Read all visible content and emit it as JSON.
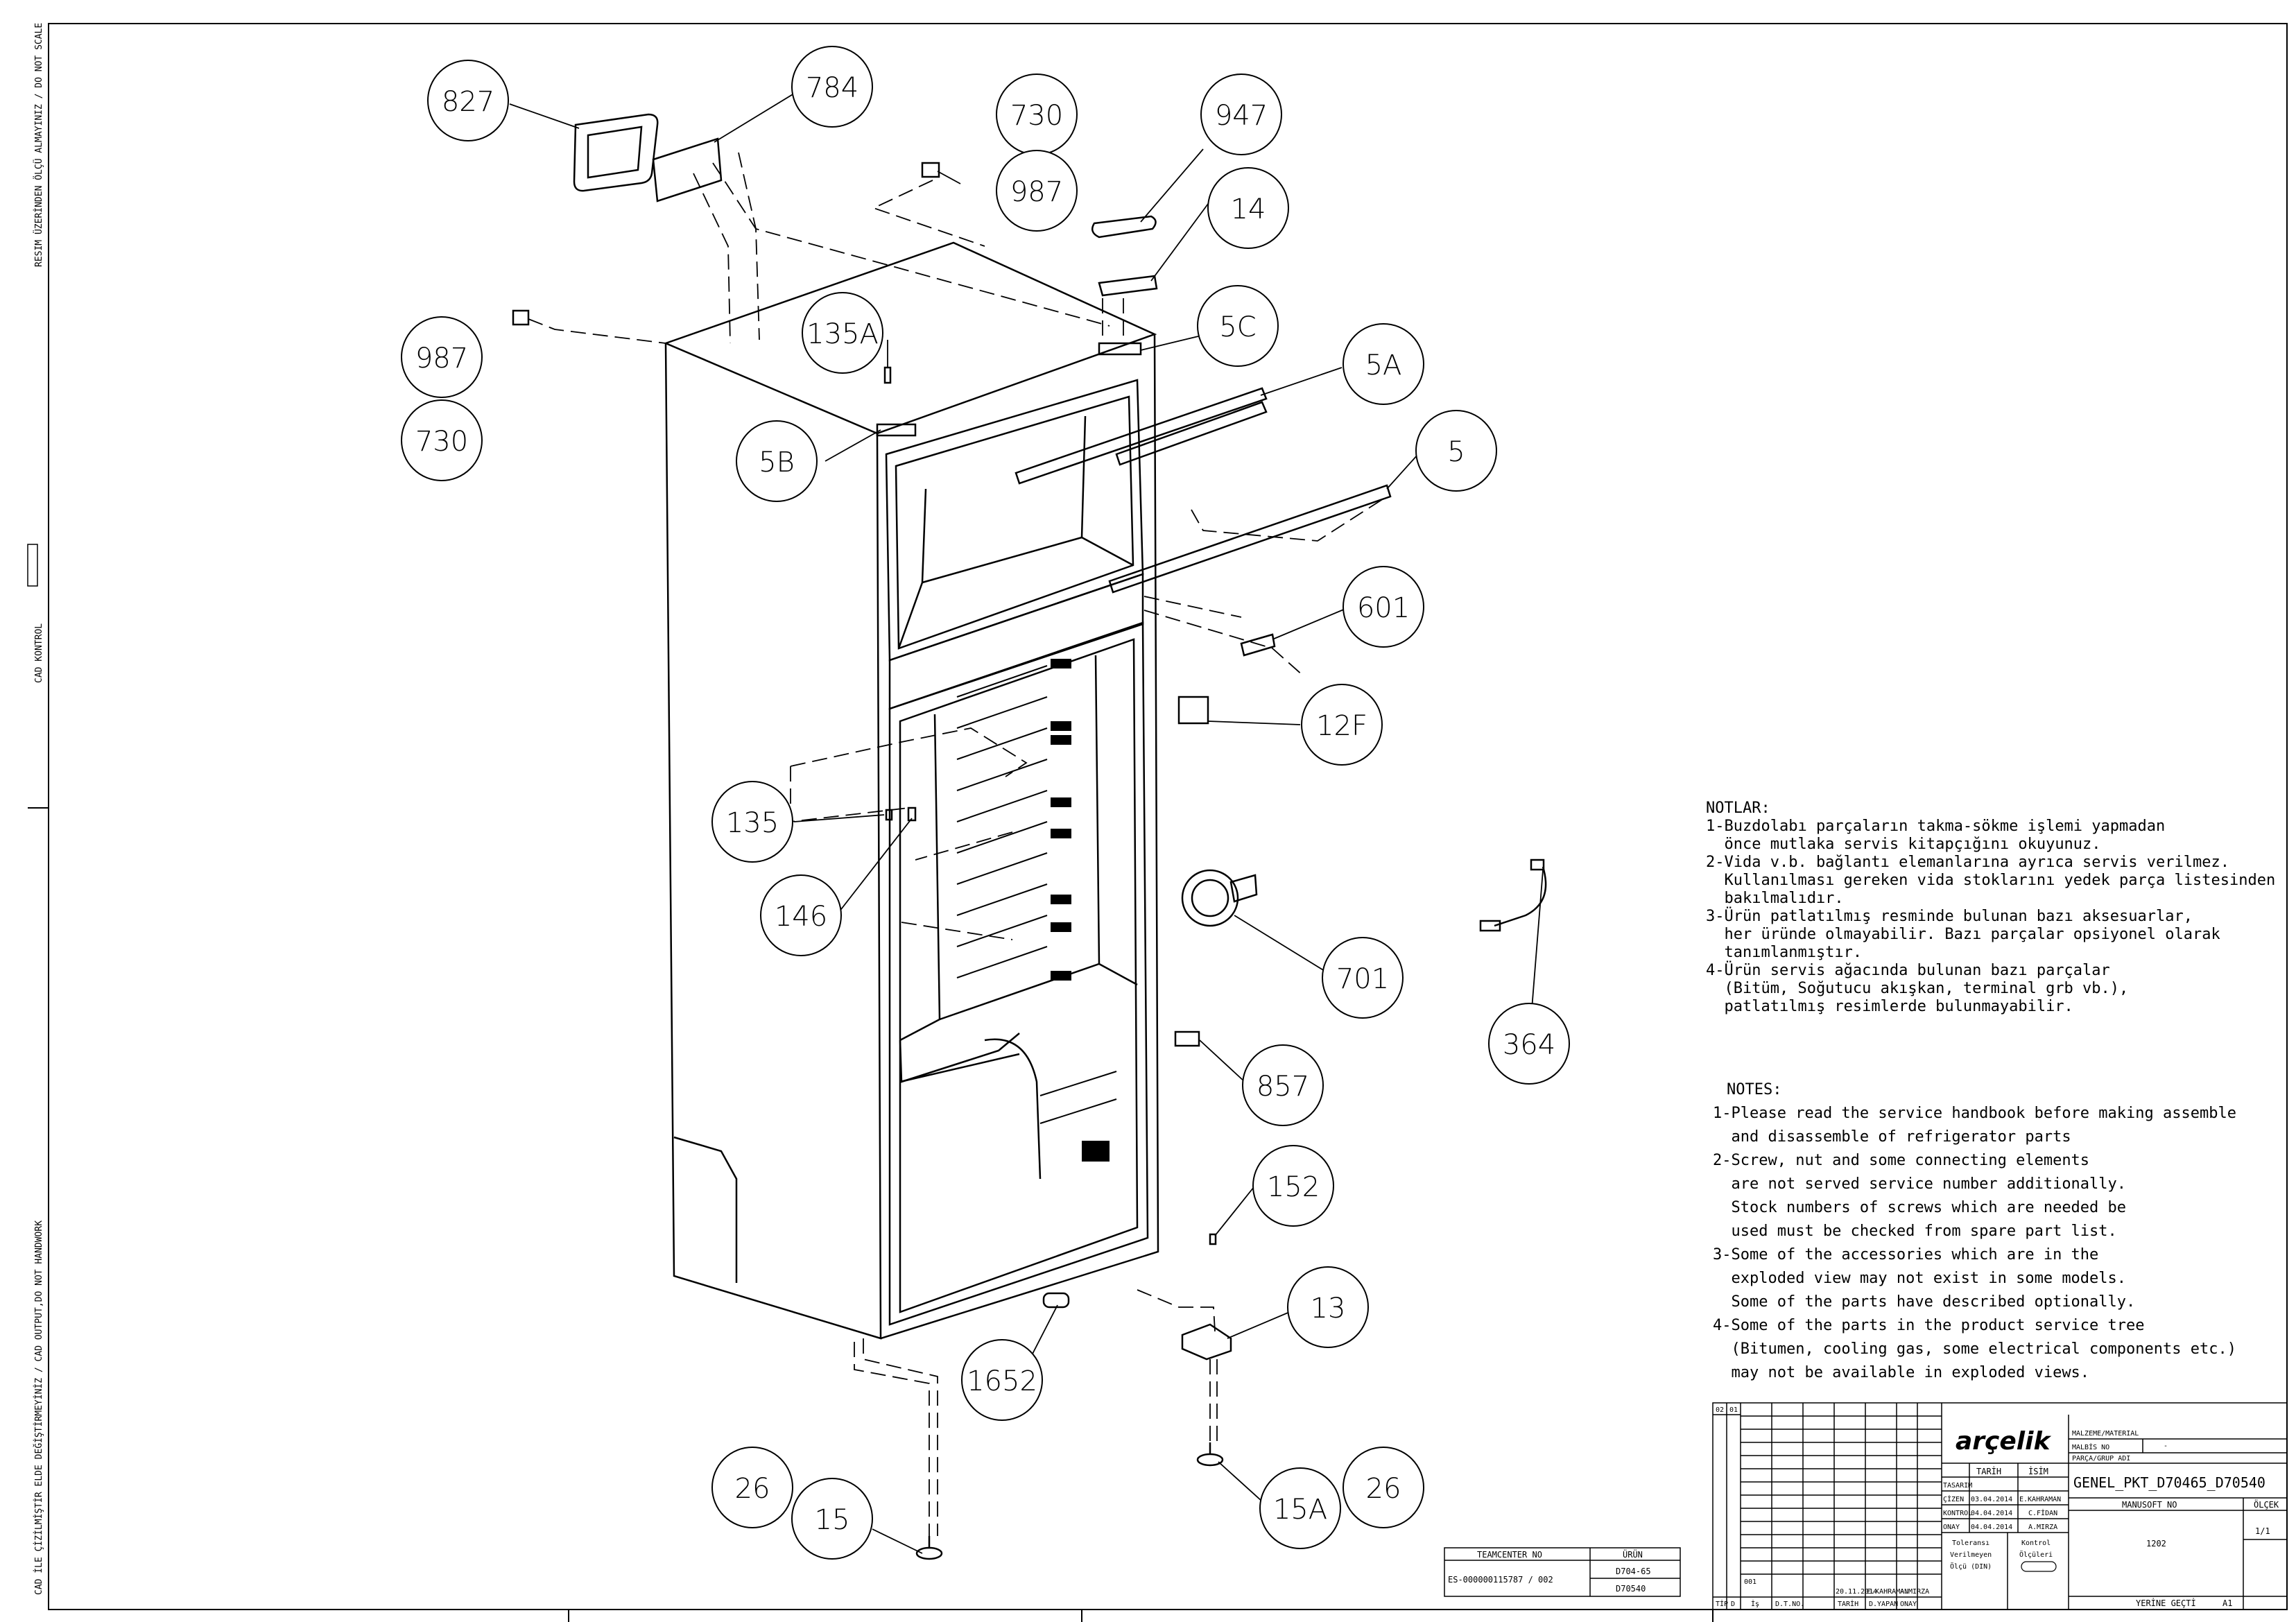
{
  "side_labels": {
    "top": "RESIM ÜZERİNDEN ÖLÇÜ ALMAYINIZ / DO NOT SCALE",
    "middle": "CAD KONTROL",
    "bottom": "CAD İLE ÇİZİLMİŞTİR ELDE DEĞİŞTİRMEYİNİZ / CAD OUTPUT,DO NOT HANDWORK"
  },
  "callouts": [
    "827",
    "784",
    "730",
    "947",
    "987",
    "14",
    "987",
    "135A",
    "5C",
    "730",
    "5A",
    "5B",
    "5",
    "601",
    "12F",
    "135",
    "146",
    "701",
    "364",
    "857",
    "152",
    "13",
    "1652",
    "26",
    "15",
    "15A",
    "26"
  ],
  "notes_tr": {
    "heading": "NOTLAR:",
    "lines": [
      "1-Buzdolabı parçaların takma-sökme işlemi yapmadan",
      "  önce mutlaka servis kitapçığını okuyunuz.",
      "2-Vida v.b. bağlantı elemanlarına ayrıca servis verilmez.",
      "  Kullanılması gereken vida stoklarını yedek parça listesinden",
      "  bakılmalıdır.",
      "3-Ürün patlatılmış resminde bulunan bazı aksesuarlar,",
      "  her üründe olmayabilir. Bazı parçalar opsiyonel olarak",
      "  tanımlanmıştır.",
      "4-Ürün servis ağacında bulunan bazı parçalar",
      "  (Bitüm, Soğutucu akışkan, terminal grb vb.),",
      "  patlatılmış resimlerde bulunmayabilir."
    ]
  },
  "notes_en": {
    "heading": "NOTES:",
    "lines": [
      "1-Please read the service handbook before making assemble",
      "  and disassemble of refrigerator parts",
      "2-Screw, nut and some connecting elements",
      "  are not served service number additionally.",
      "  Stock numbers of screws which are needed be",
      "  used must be checked from spare part list.",
      "3-Some of the accessories which are in the",
      "  exploded view may not exist in some models.",
      "  Some of the parts have described optionally.",
      "4-Some of the parts in the product service tree",
      "  (Bitumen, cooling gas, some electrical components etc.)",
      "  may not be available in exploded views."
    ]
  },
  "teamcenter": {
    "header_left": "TEAMCENTER NO",
    "header_right": "ÜRÜN",
    "number": "ES-000000115787 / 002",
    "products": [
      "D704-65",
      "D70540"
    ]
  },
  "title_block": {
    "rev_top_a": "02",
    "rev_top_b": "01",
    "logo": "arçelik",
    "tarih_label": "TARİH",
    "isim_label": "İSİM",
    "rows": [
      {
        "label": "TASARIM",
        "date": "",
        "name": ""
      },
      {
        "label": "ÇİZEN",
        "date": "03.04.2014",
        "name": "E.KAHRAMAN"
      },
      {
        "label": "KONTROL",
        "date": "04.04.2014",
        "name": "C.FİDAN"
      },
      {
        "label": "ONAY",
        "date": "04.04.2014",
        "name": "A.MIRZA"
      }
    ],
    "malzeme_label": "MALZEME/MATERIAL",
    "malzeme_value": "-",
    "malbis_label": "MALBİS NO",
    "parca_label": "PARÇA/GRUP ADI",
    "parca_value": "GENEL_PKT_D70465_D70540",
    "tolerans": [
      "Toleransı",
      "Verilmeyen",
      "Ölçü (DIN)"
    ],
    "kontrol": [
      "Kontrol",
      "Ölçüleri"
    ],
    "manusoft_label": "MANUSOFT NO",
    "manusoft_value": "1202",
    "olcek_label": "ÖLÇEK",
    "olcek_value": "1/1",
    "yerine_label": "YERİNE GEÇTİ",
    "sheet_size": "A1",
    "rev_row": {
      "tip_value": "001",
      "date": "20.11.2014",
      "by": "E.KAHRAMAN",
      "ok": "A.MIRZA"
    },
    "footer": [
      "TİP",
      "D",
      "İş",
      "D.T.NO.",
      "TARİH",
      "D.YAPAN",
      "ONAY"
    ]
  }
}
